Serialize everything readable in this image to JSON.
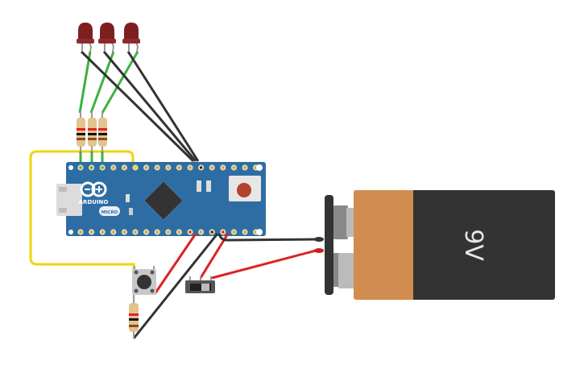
{
  "canvas": {
    "background": "#ffffff"
  },
  "components": {
    "leds": [
      {
        "id": "led-1",
        "color": "#7e1f1f"
      },
      {
        "id": "led-2",
        "color": "#7e1f1f"
      },
      {
        "id": "led-3",
        "color": "#7e1f1f"
      }
    ],
    "resistors": [
      {
        "id": "r1"
      },
      {
        "id": "r2"
      },
      {
        "id": "r3"
      },
      {
        "id": "r4"
      }
    ],
    "board": {
      "name": "ARDUINO",
      "model": "MICRO",
      "color": "#2e6da4"
    },
    "battery": {
      "label": "9V",
      "copper_color": "#d18c50",
      "body_color": "#333333"
    },
    "pushbutton": {
      "id": "button"
    },
    "slide_switch": {
      "id": "switch"
    }
  },
  "wire_colors": {
    "green": "#3eb13e",
    "black": "#333333",
    "red": "#dd2222",
    "yellow": "#f2d30e"
  }
}
